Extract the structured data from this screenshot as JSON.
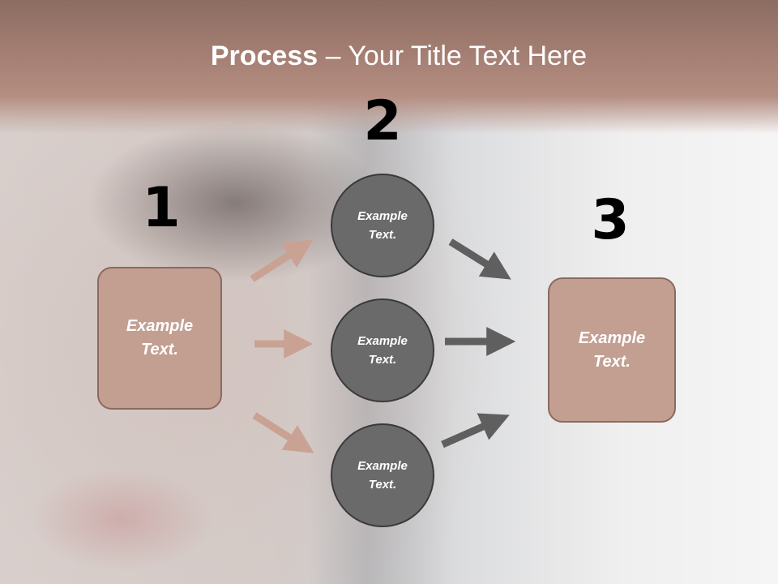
{
  "title": {
    "bold": "Process",
    "rest": " – Your Title Text Here"
  },
  "steps": {
    "one": "1",
    "two": "2",
    "three": "3"
  },
  "nodes": {
    "left_box": "Example Text.",
    "circle_top": "Example Text.",
    "circle_middle": "Example Text.",
    "circle_bottom": "Example Text.",
    "right_box": "Example Text."
  },
  "colors": {
    "box_fill": "#c29f91",
    "circle_fill": "#6a6a6a",
    "left_arrow": "#c9a293",
    "right_arrow": "#5f5f5f",
    "title_band": "#a47e72"
  }
}
